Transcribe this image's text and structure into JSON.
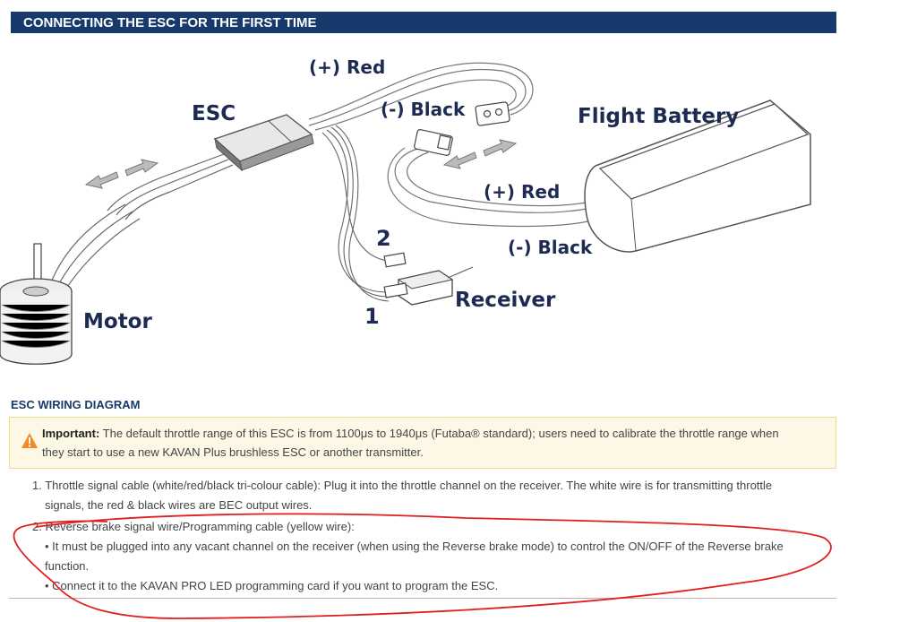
{
  "header": {
    "title": "CONNECTING THE ESC FOR THE FIRST TIME"
  },
  "diagram": {
    "labels": {
      "red_top": "(+) Red",
      "esc": "ESC",
      "black_top": "(-) Black",
      "flight_battery": "Flight Battery",
      "red_bottom": "(+) Red",
      "two": "2",
      "black_bottom": "(-) Black",
      "receiver": "Receiver",
      "one": "1",
      "motor": "Motor"
    },
    "caption": "ESC WIRING DIAGRAM"
  },
  "notice": {
    "icon": "warning-icon",
    "strong": "Important:",
    "line1": "The default throttle range of this ESC is from 1100μs to 1940μs (Futaba® standard); users need to calibrate the throttle range when",
    "line2": "they start to use a new KAVAN Plus brushless ESC or another transmitter."
  },
  "list": {
    "item1_line1": "1. Throttle signal cable (white/red/black tri-colour cable): Plug it into the throttle channel on the receiver. The white wire is for transmitting throttle",
    "item1_line2": "signals, the red & black wires are BEC output wires.",
    "item2_title": "2. Reverse brake signal wire/Programming cable (yellow wire):",
    "item2_bullet1_line1": "• It must be plugged into any vacant channel on the receiver (when using the Reverse brake mode) to control the ON/OFF of the Reverse brake",
    "item2_bullet1_line2": "function.",
    "item2_bullet2": "• Connect it to the KAVAN PRO LED programming card if you want to program the ESC."
  },
  "colors": {
    "header_bg": "#153a6b",
    "notice_bg": "#fdf8e6",
    "notice_border": "#f0d88c",
    "annotation": "#e02020"
  }
}
